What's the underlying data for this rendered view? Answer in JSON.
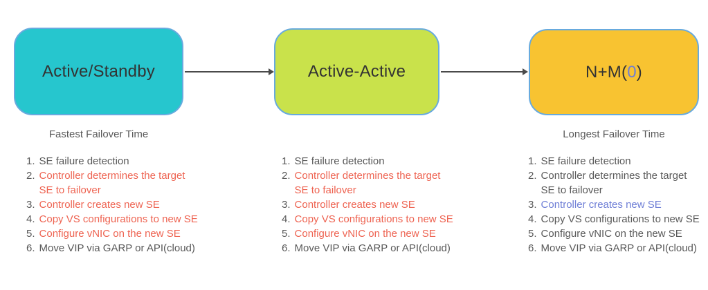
{
  "colors": {
    "background": "#ffffff",
    "teal_box": "#26c6ce",
    "green_box": "#c9e24b",
    "orange_box": "#f8c331",
    "box_border": "#67aade",
    "title_text": "#333333",
    "gray_text": "#595959",
    "red_text": "#ee6351",
    "blue_text": "#6e7ed6",
    "arrow": "#4a4a4a"
  },
  "columns": [
    {
      "title": "Active/Standby",
      "caption": "Fastest Failover Time",
      "steps": [
        {
          "num": "1.",
          "text": "SE failure detection",
          "color": "gray"
        },
        {
          "num": "2.",
          "text": "Controller determines the target\nSE to failover",
          "color": "red"
        },
        {
          "num": "3.",
          "text": "Controller creates new SE",
          "color": "red"
        },
        {
          "num": "4.",
          "text": "Copy VS configurations to new SE",
          "color": "red"
        },
        {
          "num": "5.",
          "text": "Configure vNIC on the new SE",
          "color": "red"
        },
        {
          "num": "6.",
          "text": "Move VIP via GARP or API(cloud)",
          "color": "gray"
        }
      ]
    },
    {
      "title": "Active-Active",
      "caption": "",
      "steps": [
        {
          "num": "1.",
          "text": "SE failure detection",
          "color": "gray"
        },
        {
          "num": "2.",
          "text": "Controller determines the target\nSE to failover",
          "color": "red"
        },
        {
          "num": "3.",
          "text": "Controller creates new SE",
          "color": "red"
        },
        {
          "num": "4.",
          "text": "Copy VS configurations to new SE",
          "color": "red"
        },
        {
          "num": "5.",
          "text": "Configure vNIC on the new SE",
          "color": "red"
        },
        {
          "num": "6.",
          "text": "Move VIP via GARP or API(cloud)",
          "color": "gray"
        }
      ]
    },
    {
      "title": "N+M(0)",
      "title_parts": [
        {
          "text": "N+M(",
          "color": "title"
        },
        {
          "text": "0",
          "color": "blue"
        },
        {
          "text": ")",
          "color": "title"
        }
      ],
      "caption": "Longest Failover Time",
      "steps": [
        {
          "num": "1.",
          "text": "SE failure detection",
          "color": "gray"
        },
        {
          "num": "2.",
          "text": "Controller determines the target\nSE to failover",
          "color": "gray"
        },
        {
          "num": "3.",
          "text": "Controller creates new SE",
          "color": "blue"
        },
        {
          "num": "4.",
          "text": "Copy VS configurations to new SE",
          "color": "gray"
        },
        {
          "num": "5.",
          "text": "Configure vNIC on the new SE",
          "color": "gray"
        },
        {
          "num": "6.",
          "text": "Move VIP via GARP or API(cloud)",
          "color": "gray"
        }
      ]
    }
  ]
}
